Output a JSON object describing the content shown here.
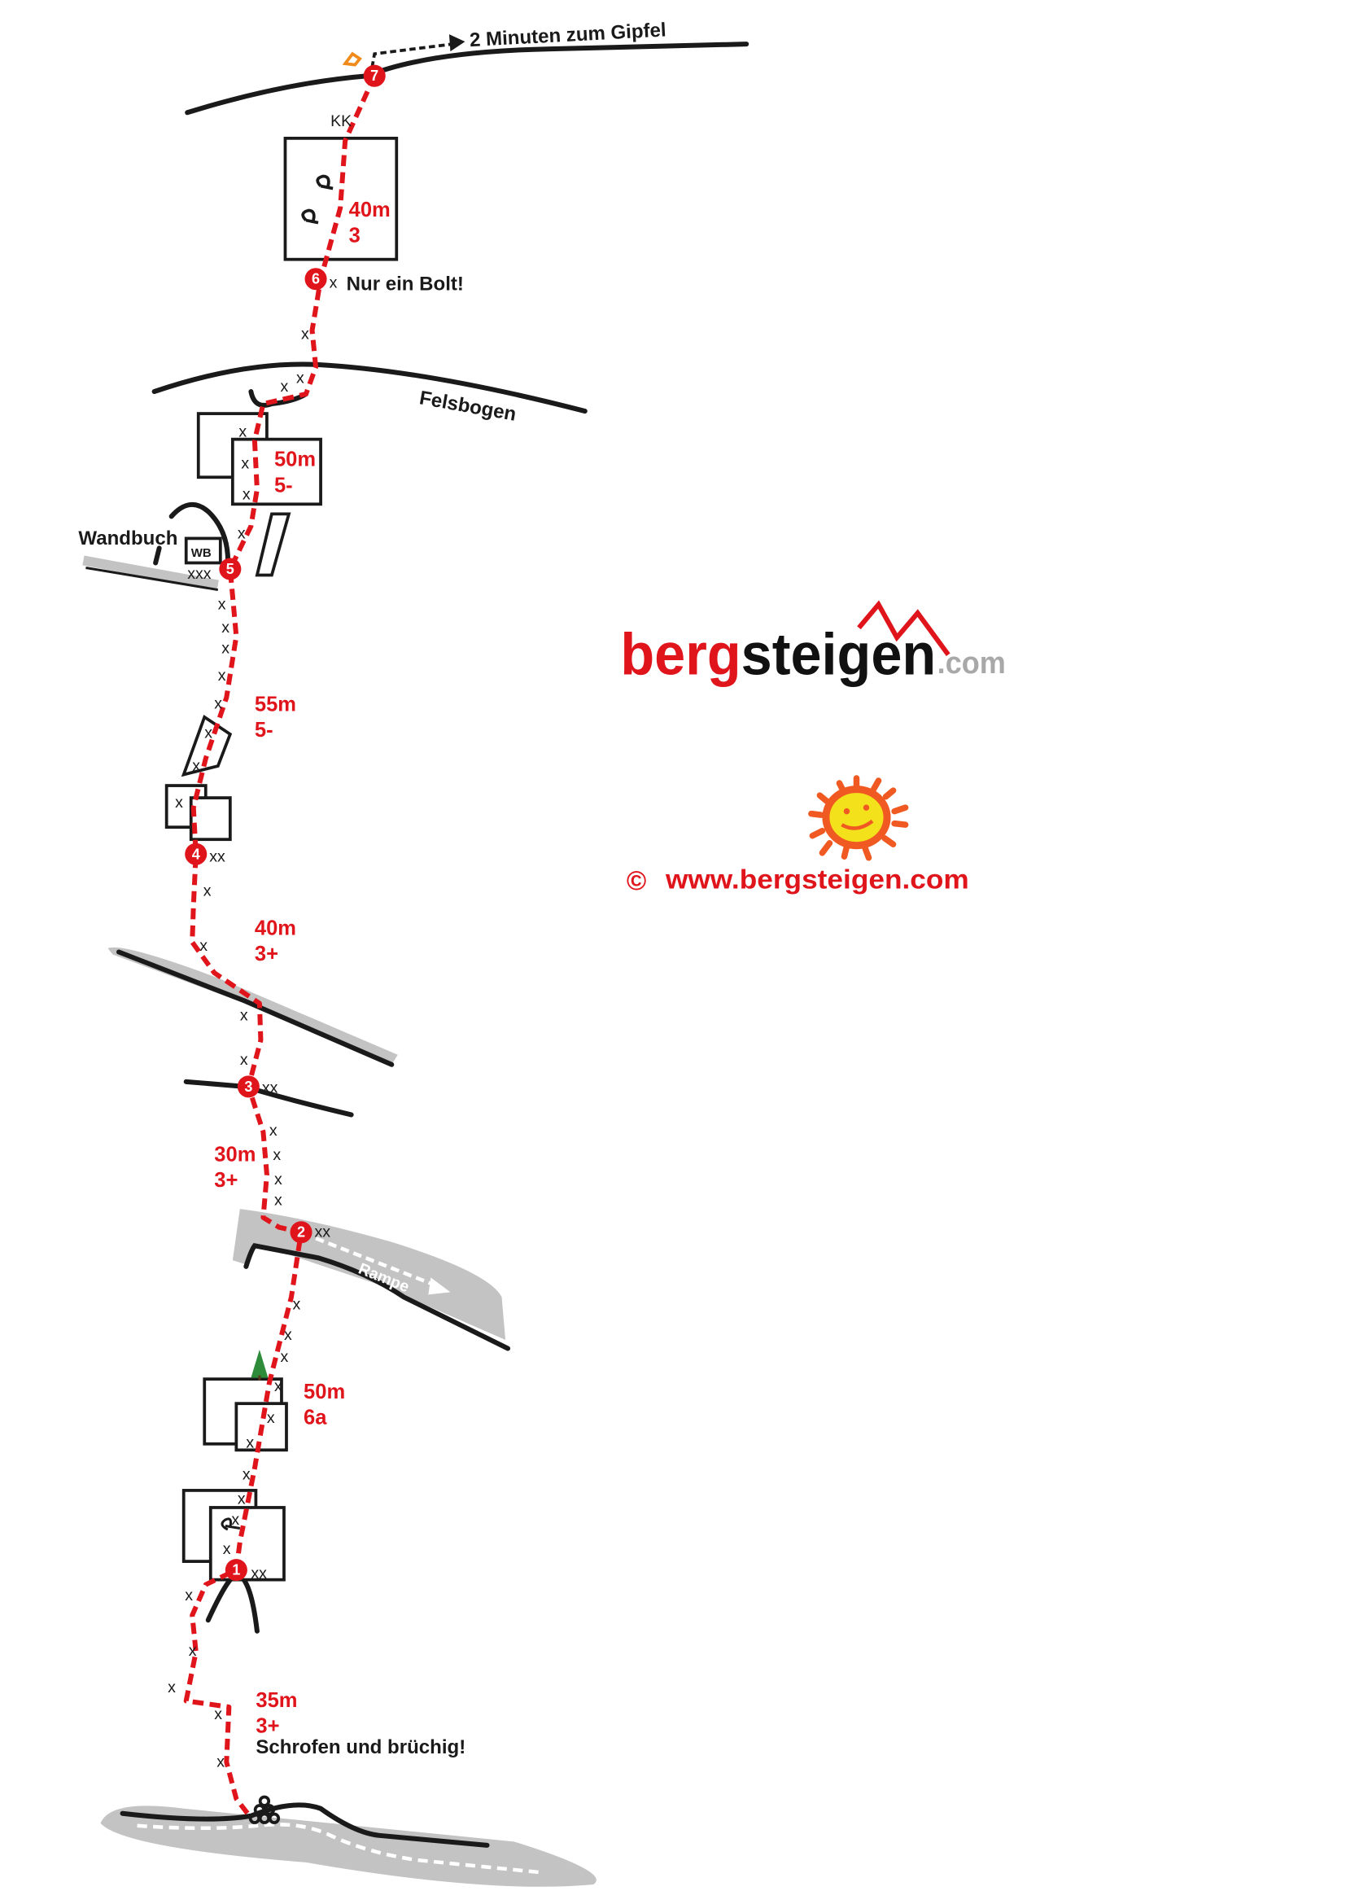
{
  "topo": {
    "summit_note": "2 Minuten zum Gipfel",
    "kk": "KK",
    "one_bolt_note": "Nur ein Bolt!",
    "felsbogen": "Felsbogen",
    "wandbuch": "Wandbuch",
    "wb": "WB",
    "rampe": "Rampe",
    "loose_note": "Schrofen und brüchig!",
    "bolt": "x",
    "bolt2": "xx",
    "bolt3": "xxx",
    "stations": [
      "1",
      "2",
      "3",
      "4",
      "5",
      "6",
      "7"
    ],
    "pitches": [
      {
        "length": "35m",
        "grade": "3+"
      },
      {
        "length": "50m",
        "grade": "6a"
      },
      {
        "length": "30m",
        "grade": "3+"
      },
      {
        "length": "40m",
        "grade": "3+"
      },
      {
        "length": "55m",
        "grade": "5-"
      },
      {
        "length": "50m",
        "grade": "5-"
      },
      {
        "length": "40m",
        "grade": "3"
      }
    ]
  },
  "branding": {
    "logo_part1": "berg",
    "logo_part2": "steigen",
    "logo_part3": ".com",
    "copyright_symbol": "©",
    "url": "www.bergsteigen.com"
  },
  "colors": {
    "route": "#e0151c",
    "rock": "#1a1a1a",
    "ledge": "#c3c3c3",
    "logo_gray": "#a8a8a8"
  }
}
